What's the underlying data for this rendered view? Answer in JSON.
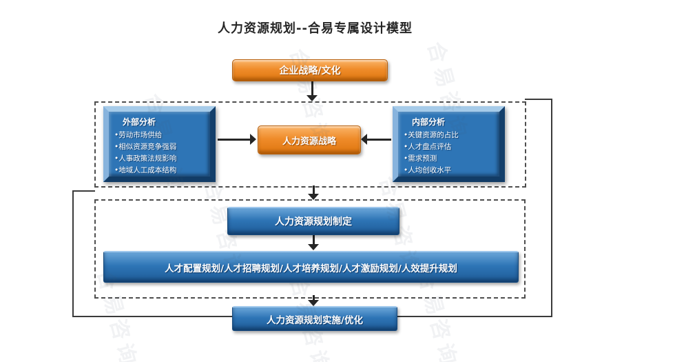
{
  "title": "人力资源规划--合易专属设计模型",
  "watermark": {
    "text": "合易咨询"
  },
  "colors": {
    "orange": "#E8821E",
    "blue": "#2E75B6",
    "line": "#3A3A3A",
    "arrow": "#262626"
  },
  "diagram": {
    "strategy_box": "企业战略/文化",
    "external": {
      "title": "外部分析",
      "items": [
        "•劳动市场供给",
        "•相似资源竞争强弱",
        "•人事政策法规影响",
        "•地域人工成本结构"
      ]
    },
    "hr_strategy": "人力资源战略",
    "internal": {
      "title": "内部分析",
      "items": [
        "•关键资源的占比",
        "•人才盘点评估",
        "•需求预测",
        "•人均创收水平"
      ]
    },
    "plan_making": "人力资源规划制定",
    "plan_detail": "人才配置规划/人才招聘规划/人才培养规划/人才激励规划/人效提升规划",
    "implementation": "人力资源规划实施/优化"
  }
}
